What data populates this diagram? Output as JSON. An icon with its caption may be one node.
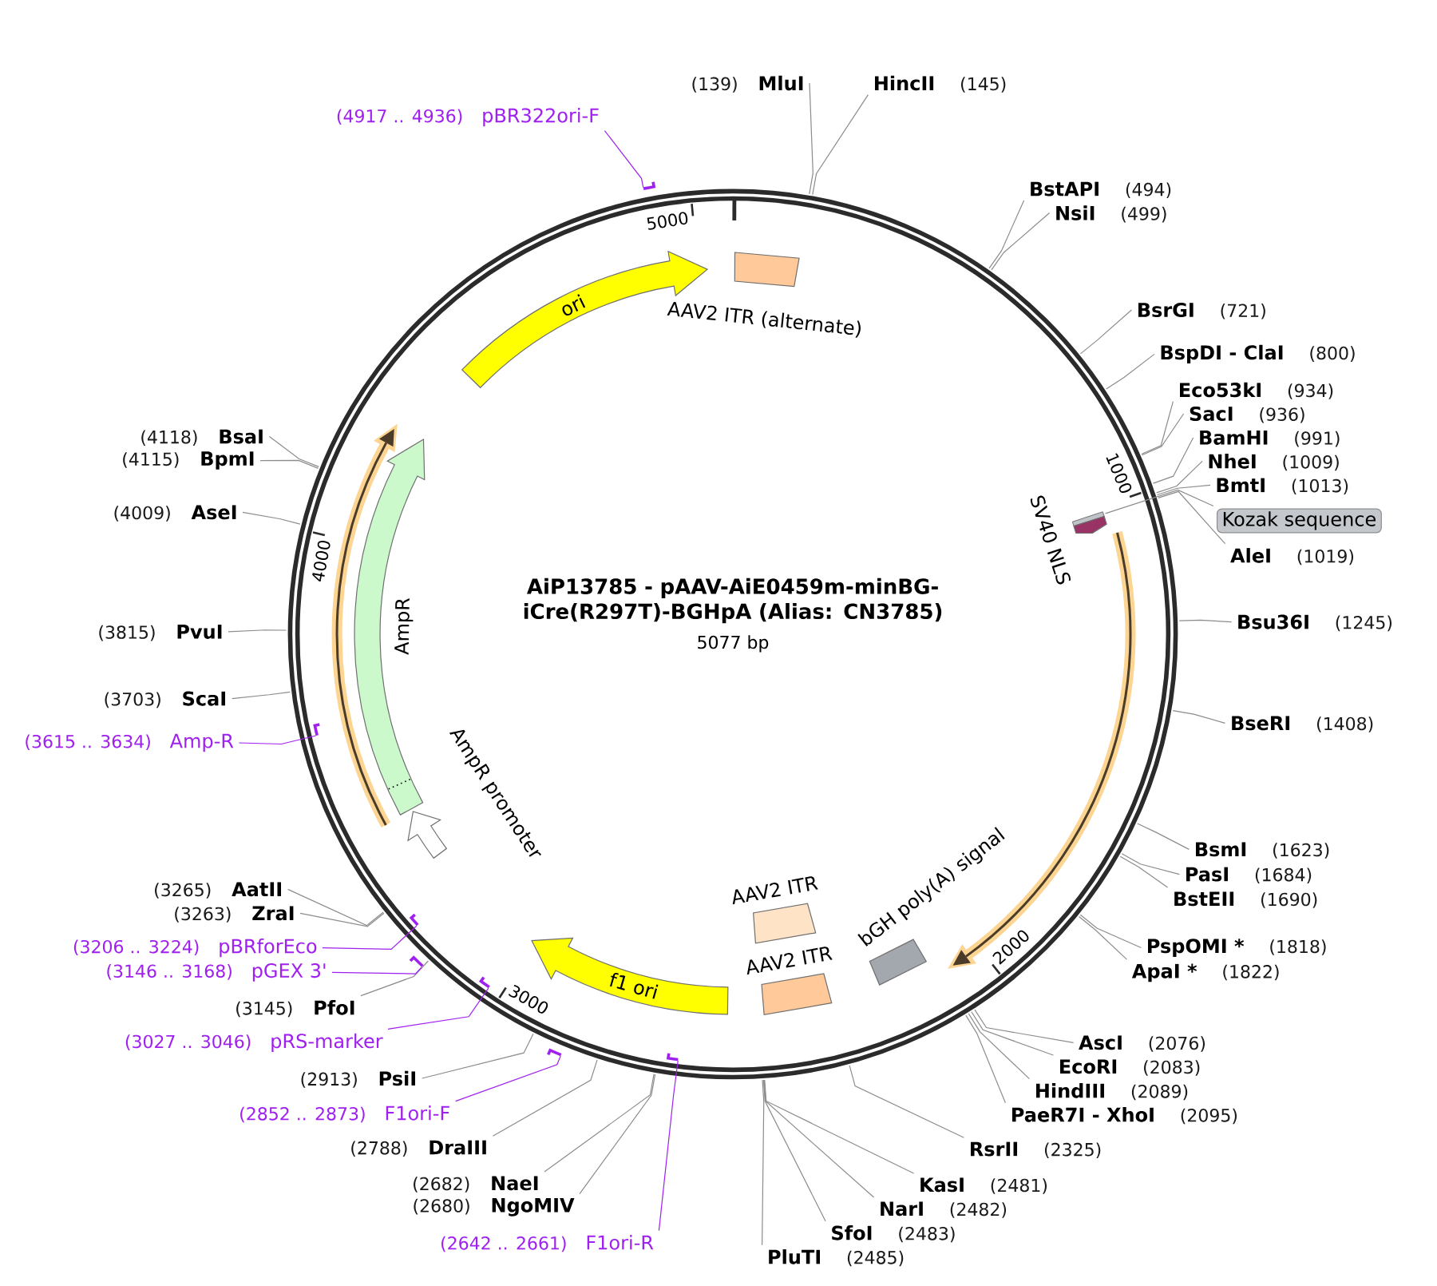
{
  "diagram": {
    "title": "AiP13785 - pAAV-AiE0459m-minBG-iCre(R297T)-BGHpA (Alias: CN3785)",
    "nodes": [
      {
        "text": [],
        "shape": "circle"
      },
      {
        "text": [
          "AAV2 ITR (alternate)"
        ],
        "in": 0
      },
      {
        "text": [
          "ori"
        ],
        "in": 0
      },
      {
        "text": [],
        "shape": "arrow",
        "in": 0
      },
      {
        "text": [
          "AmpR"
        ],
        "in": 0
      },
      {
        "text": [],
        "shape": "box",
        "in": 0
      },
      {
        "text": [
          "SV40 NLS"
        ],
        "in": 0
      },
      {
        "text": [],
        "shape": "arrow",
        "in": 0
      },
      {
        "text": [
          "AmpR promoter"
        ],
        "in": 0
      },
      {
        "text": [
          "bGH poly(A) signal"
        ],
        "in": 0
      },
      {
        "text": [
          "AAV2 ITR"
        ],
        "in": 0
      },
      {
        "text": [
          "AAV2 ITR"
        ],
        "in": 0
      },
      {
        "text": [
          "f1 ori"
        ],
        "in": 0
      },
      {
        "text": [
          "(139)",
          "MluI"
        ]
      },
      {
        "text": [
          "HincII",
          "(145)"
        ]
      },
      {
        "text": [
          "BstAPI",
          "(494)"
        ]
      },
      {
        "text": [
          "NsiI",
          "(499)"
        ]
      },
      {
        "text": [
          "BsrGI",
          "(721)"
        ]
      },
      {
        "text": [
          "BspDI - ClaI",
          "(800)"
        ]
      },
      {
        "text": [
          "Eco53kI",
          "(934)"
        ]
      },
      {
        "text": [
          "SacI",
          "(936)"
        ]
      },
      {
        "text": [
          "BamHI",
          "(991)"
        ]
      },
      {
        "text": [
          "NheI",
          "(1009)"
        ]
      },
      {
        "text": [
          "BmtI",
          "(1013)"
        ]
      },
      {
        "text": [
          "Kozak sequence"
        ]
      },
      {
        "text": [
          "AleI",
          "(1019)"
        ]
      },
      {
        "text": [
          "Bsu36I",
          "(1245)"
        ]
      },
      {
        "text": [
          "BseRI",
          "(1408)"
        ]
      },
      {
        "text": [
          "BsmI",
          "(1623)"
        ]
      },
      {
        "text": [
          "PasI",
          "(1684)"
        ]
      },
      {
        "text": [
          "BstEII",
          "(1690)"
        ]
      },
      {
        "text": [
          "PspOMI *",
          "(1818)"
        ]
      },
      {
        "text": [
          "ApaI *",
          "(1822)"
        ]
      },
      {
        "text": [
          "AscI",
          "(2076)"
        ]
      },
      {
        "text": [
          "EcoRI",
          "(2083)"
        ]
      },
      {
        "text": [
          "HindIII",
          "(2089)"
        ]
      },
      {
        "text": [
          "PaeR7I - XhoI",
          "(2095)"
        ]
      },
      {
        "text": [
          "RsrII",
          "(2325)"
        ]
      },
      {
        "text": [
          "KasI",
          "(2481)"
        ]
      },
      {
        "text": [
          "NarI",
          "(2482)"
        ]
      },
      {
        "text": [
          "SfoI",
          "(2483)"
        ]
      },
      {
        "text": [
          "PluTI",
          "(2485)"
        ]
      },
      {
        "text": [
          "(2642 .. 2661)",
          "F1ori-R"
        ]
      },
      {
        "text": [
          "(2680)",
          "NgoMIV"
        ]
      },
      {
        "text": [
          "(2682)",
          "NaeI"
        ]
      },
      {
        "text": [
          "(2788)",
          "DraIII"
        ]
      },
      {
        "text": [
          "(2852 .. 2873)",
          "F1ori-F"
        ]
      },
      {
        "text": [
          "(2913)",
          "PsiI"
        ]
      },
      {
        "text": [
          "(3027 .. 3046)",
          "pRS-marker"
        ]
      },
      {
        "text": [
          "(3145)",
          "PfoI"
        ]
      },
      {
        "text": [
          "(3146 .. 3168)",
          "pGEX 3'"
        ]
      },
      {
        "text": [
          "(3206 .. 3224)",
          "pBRforEco"
        ]
      },
      {
        "text": [
          "(3263)",
          "ZraI"
        ]
      },
      {
        "text": [
          "(3265)",
          "AatII"
        ]
      },
      {
        "text": [
          "(3615 .. 3634)",
          "Amp-R"
        ]
      },
      {
        "text": [
          "(3703)",
          "ScaI"
        ]
      },
      {
        "text": [
          "(3815)",
          "PvuI"
        ]
      },
      {
        "text": [
          "(4009)",
          "AseI"
        ]
      },
      {
        "text": [
          "(4115)",
          "BpmI"
        ]
      },
      {
        "text": [
          "(4118)",
          "BsaI"
        ]
      },
      {
        "text": [
          "(4917 .. 4936)",
          "pBR322ori-F"
        ]
      },
      {
        "text": [],
        "shape": "bar",
        "in": 0
      },
      {
        "text": [],
        "shape": "bar",
        "in": 0
      },
      {
        "text": [],
        "shape": "bar"
      },
      {
        "text": [],
        "shape": "bar",
        "in": 0
      },
      {
        "text": [],
        "shape": "bar"
      },
      {
        "text": [],
        "shape": "bar"
      },
      {
        "text": [],
        "shape": "bar",
        "in": 0
      }
    ],
    "edges": [
      {
        "from": 13,
        "to": 0,
        "arrow": "none"
      },
      {
        "from": 14,
        "to": 0,
        "arrow": "none"
      },
      {
        "from": 15,
        "to": 0,
        "arrow": "none"
      },
      {
        "from": 16,
        "to": 0,
        "arrow": "none"
      },
      {
        "from": 17,
        "to": 0,
        "arrow": "none"
      },
      {
        "from": 18,
        "to": 0,
        "arrow": "none"
      },
      {
        "from": 19,
        "to": 0,
        "arrow": "none"
      },
      {
        "from": 20,
        "to": 0,
        "arrow": "none"
      },
      {
        "from": 21,
        "to": 0,
        "arrow": "none"
      },
      {
        "from": 22,
        "to": 0,
        "arrow": "none"
      },
      {
        "from": 23,
        "to": 0,
        "arrow": "none"
      },
      {
        "from": 24,
        "to": 5,
        "arrow": "none"
      },
      {
        "from": 25,
        "to": 0,
        "arrow": "none"
      },
      {
        "from": 26,
        "to": 0,
        "arrow": "none"
      },
      {
        "from": 27,
        "to": 0,
        "arrow": "none"
      },
      {
        "from": 28,
        "to": 0,
        "arrow": "none"
      },
      {
        "from": 29,
        "to": 0,
        "arrow": "none"
      },
      {
        "from": 30,
        "to": 0,
        "arrow": "none"
      },
      {
        "from": 31,
        "to": 0,
        "arrow": "none"
      },
      {
        "from": 32,
        "to": 0,
        "arrow": "none"
      },
      {
        "from": 33,
        "to": 0,
        "arrow": "none"
      },
      {
        "from": 34,
        "to": 0,
        "arrow": "none"
      },
      {
        "from": 35,
        "to": 0,
        "arrow": "none"
      },
      {
        "from": 36,
        "to": 0,
        "arrow": "none"
      },
      {
        "from": 37,
        "to": 0,
        "arrow": "none"
      },
      {
        "from": 38,
        "to": 0,
        "arrow": "none"
      },
      {
        "from": 39,
        "to": 0,
        "arrow": "none"
      },
      {
        "from": 40,
        "to": 0,
        "arrow": "none"
      },
      {
        "from": 41,
        "to": 0,
        "arrow": "none"
      },
      {
        "from": 42,
        "to": 67,
        "arrow": "none",
        "color": "#a020f0"
      },
      {
        "from": 43,
        "to": 0,
        "arrow": "none"
      },
      {
        "from": 44,
        "to": 0,
        "arrow": "none"
      },
      {
        "from": 45,
        "to": 0,
        "arrow": "none"
      },
      {
        "from": 46,
        "to": 65,
        "arrow": "none",
        "color": "#a020f0"
      },
      {
        "from": 47,
        "to": 0,
        "arrow": "none"
      },
      {
        "from": 48,
        "to": 64,
        "arrow": "none",
        "color": "#a020f0"
      },
      {
        "from": 49,
        "to": 0,
        "arrow": "none"
      },
      {
        "from": 50,
        "to": 63,
        "arrow": "none",
        "color": "#a020f0"
      },
      {
        "from": 51,
        "to": 62,
        "arrow": "none",
        "color": "#a020f0"
      },
      {
        "from": 52,
        "to": 0,
        "arrow": "none"
      },
      {
        "from": 53,
        "to": 0,
        "arrow": "none"
      },
      {
        "from": 54,
        "to": 61,
        "arrow": "none",
        "color": "#a020f0"
      },
      {
        "from": 55,
        "to": 0,
        "arrow": "none"
      },
      {
        "from": 56,
        "to": 0,
        "arrow": "none"
      },
      {
        "from": 57,
        "to": 0,
        "arrow": "none"
      },
      {
        "from": 58,
        "to": 0,
        "arrow": "none"
      },
      {
        "from": 59,
        "to": 0,
        "arrow": "none"
      },
      {
        "from": 60,
        "to": 66,
        "arrow": "none",
        "color": "#a020f0"
      }
    ],
    "labels": [
      "5000",
      "1000",
      "4000",
      "5077 bp",
      "2000",
      "3000"
    ]
  }
}
